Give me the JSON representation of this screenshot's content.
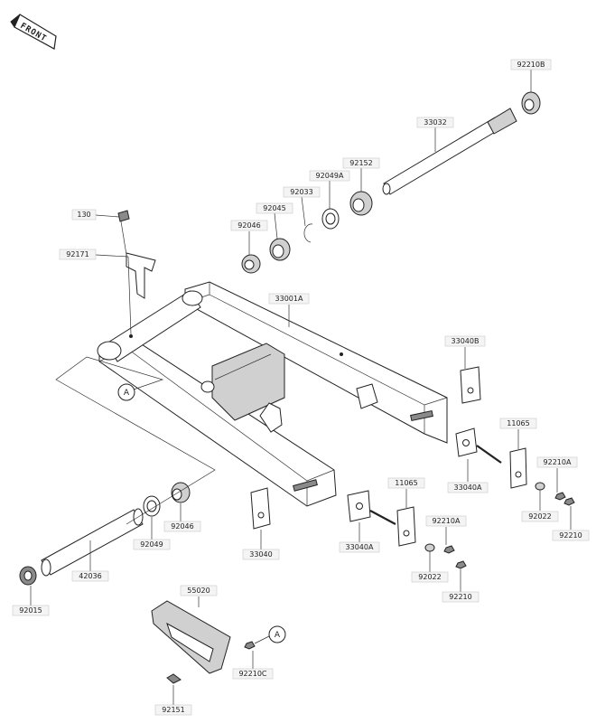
{
  "diagram": {
    "direction_marker": "FRONT",
    "callout_letter": "A",
    "part_numbers": {
      "p92210B": "92210B",
      "p33032": "33032",
      "p92152": "92152",
      "p92049A": "92049A",
      "p92033": "92033",
      "p92045": "92045",
      "p92046_top": "92046",
      "p130": "130",
      "p92171": "92171",
      "p33001A": "33001A",
      "p33040B": "33040B",
      "p11065_right": "11065",
      "p92210A_right": "92210A",
      "p33040A_right": "33040A",
      "p92022_right": "92022",
      "p92210_right": "92210",
      "p11065_mid": "11065",
      "p92210A_mid": "92210A",
      "p33040A_mid": "33040A",
      "p92022_mid": "92022",
      "p92210_mid": "92210",
      "p33040": "33040",
      "p92049": "92049",
      "p92046_bottom": "92046",
      "p42036": "42036",
      "p92015": "92015",
      "p55020": "55020",
      "p92210C": "92210C",
      "p92151": "92151"
    }
  }
}
